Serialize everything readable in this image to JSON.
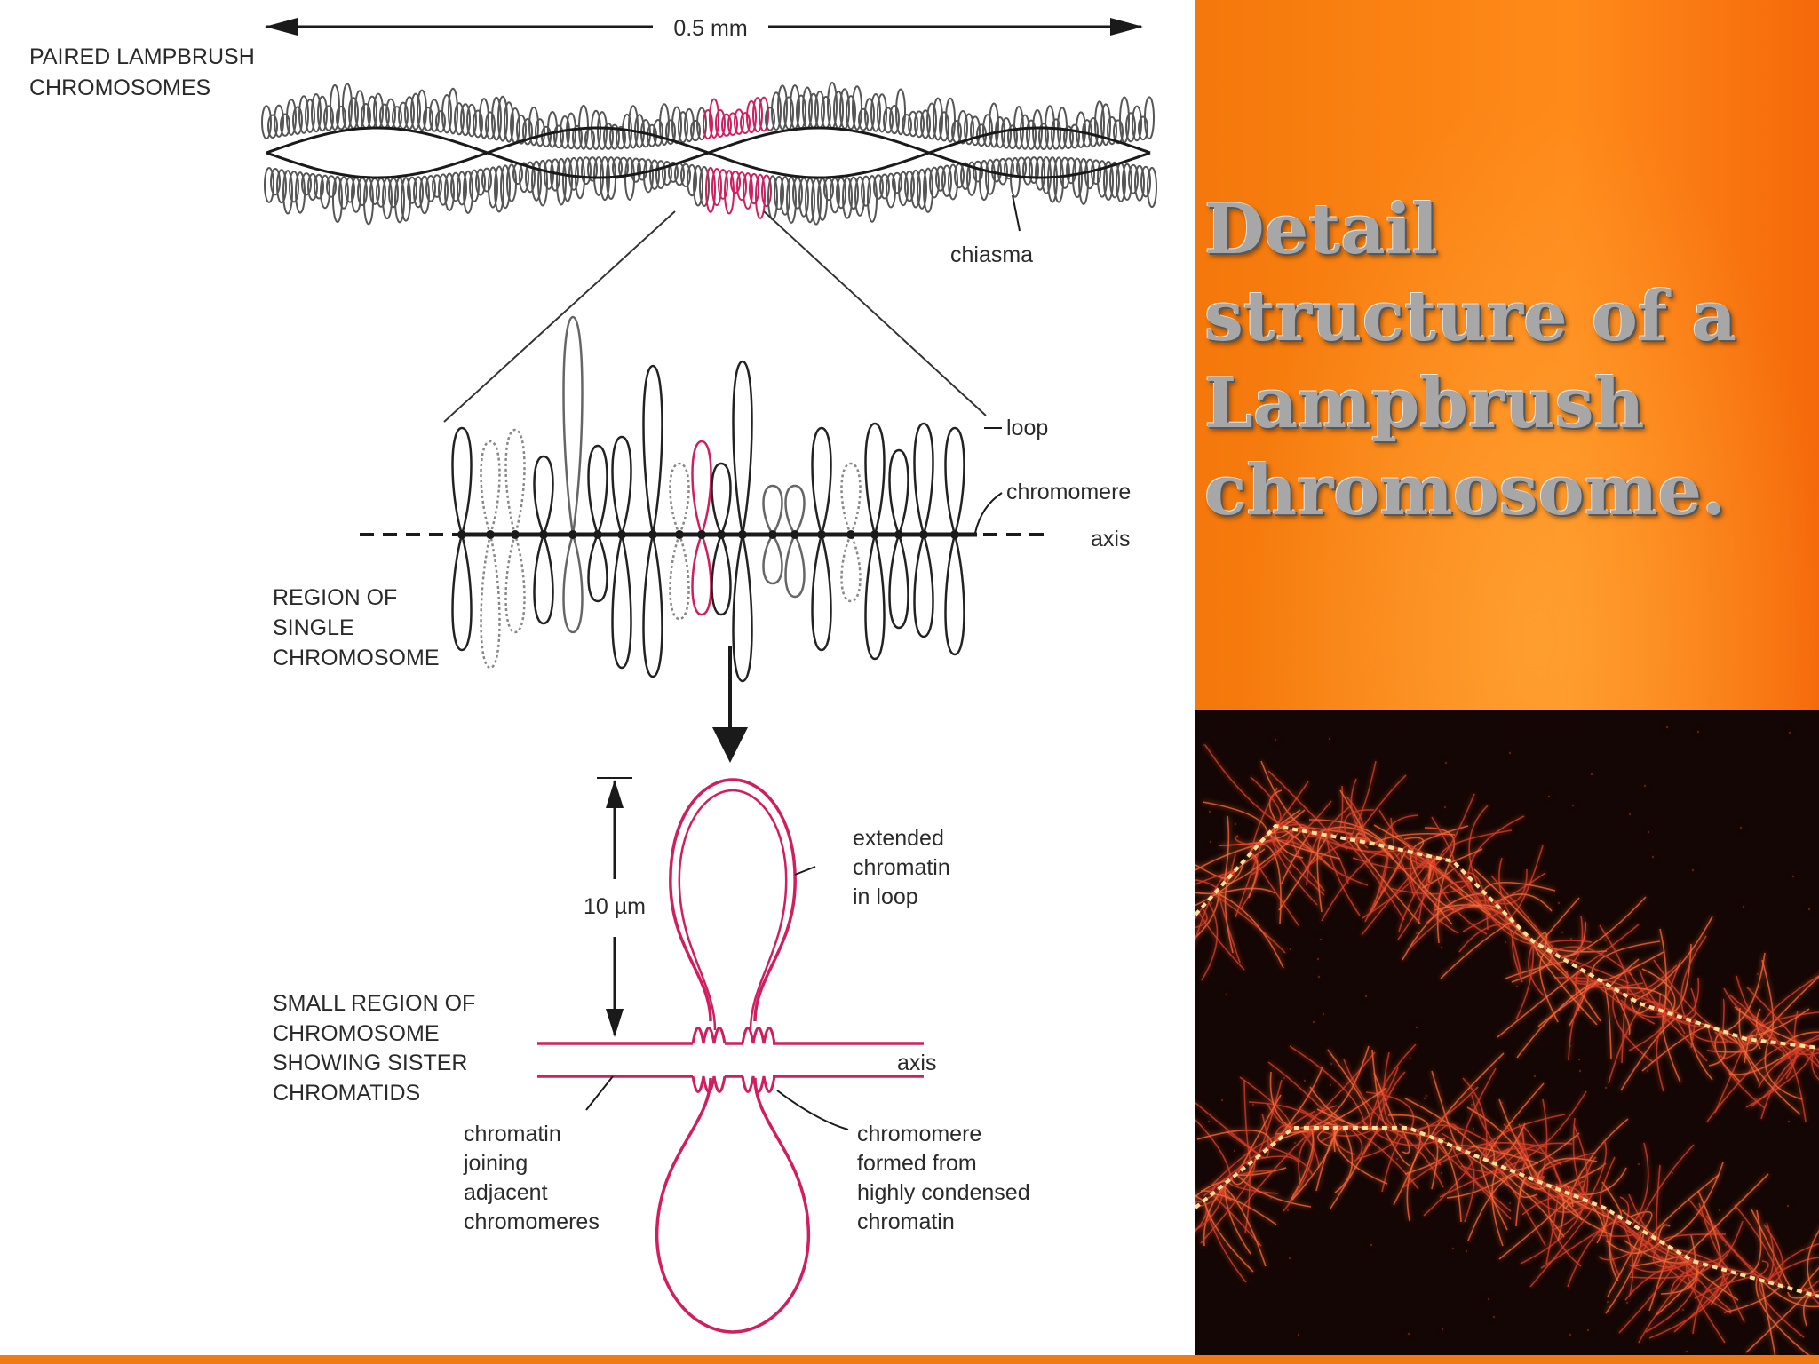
{
  "slide": {
    "title": "Detail structure of a Lampbrush chromosome.",
    "colors": {
      "orange": "#f4780b",
      "pink": "#d01e5e",
      "title_gray": "#a7a7a7"
    }
  },
  "diagram": {
    "scale_label": "0.5 mm",
    "paired_label": [
      "PAIRED LAMPBRUSH",
      "CHROMOSOMES"
    ],
    "chiasma_label": "chiasma",
    "loop_label": "loop",
    "chromomere_label": "chromomere",
    "axis_label": "axis",
    "single_region_label": [
      "REGION OF",
      "SINGLE",
      "CHROMOSOME"
    ],
    "loop_length_label": "10 µm",
    "extended_chromatin_label": [
      "extended",
      "chromatin",
      "in loop"
    ],
    "small_region_label": [
      "SMALL REGION OF",
      "CHROMOSOME",
      "SHOWING SISTER",
      "CHROMATIDS"
    ],
    "axis_label_lower": "axis",
    "joining_label": [
      "chromatin",
      "joining",
      "adjacent",
      "chromomeres"
    ],
    "condensed_label": [
      "chromomere",
      "formed from",
      "highly condensed",
      "chromatin"
    ]
  },
  "micrograph": {
    "description_icon": "fluorescent-micrograph-image"
  }
}
